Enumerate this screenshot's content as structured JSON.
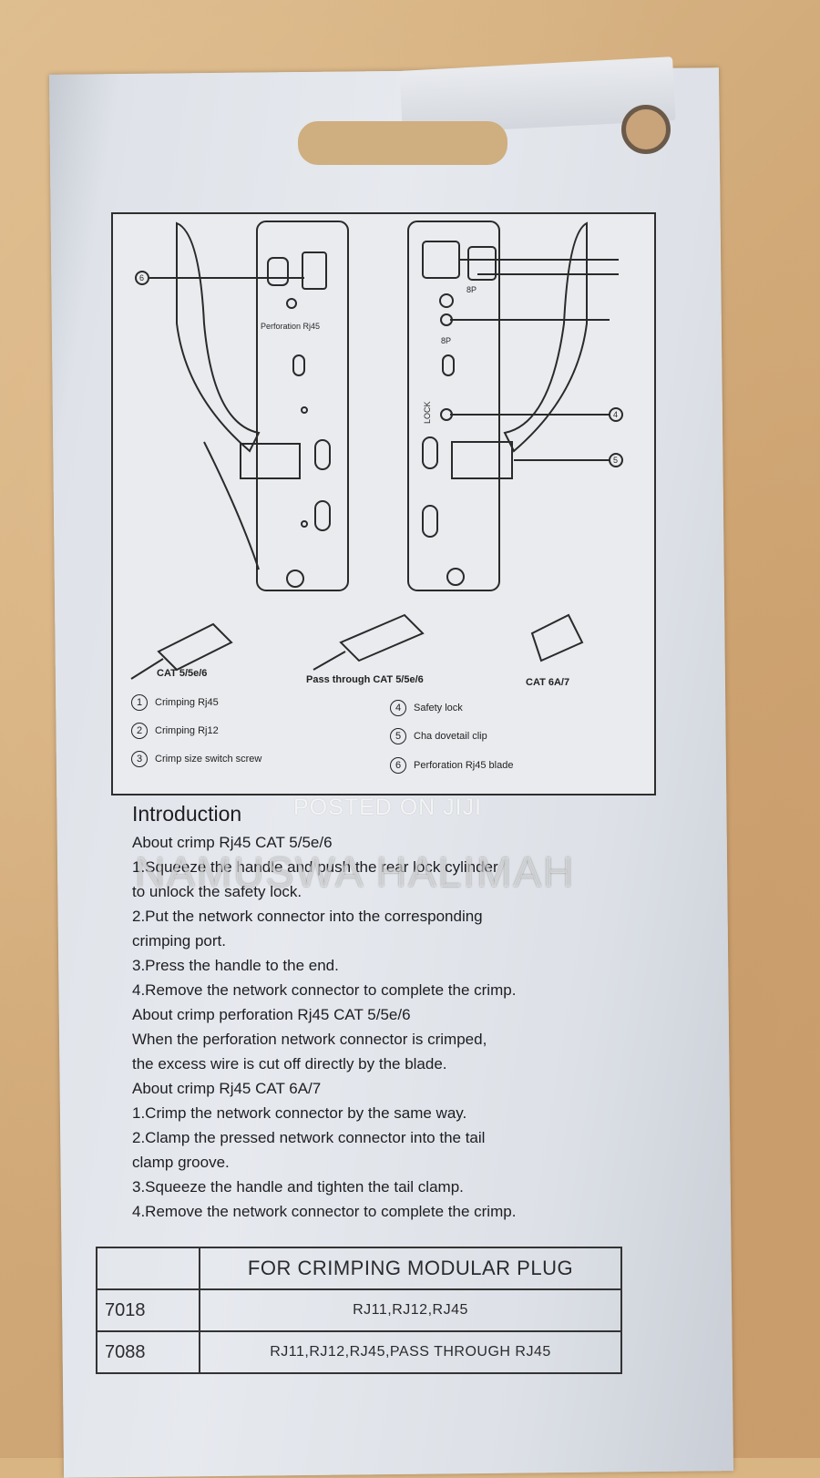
{
  "diagram": {
    "captions": [
      "CAT 5/5e/6",
      "Pass through CAT 5/5e/6",
      "CAT 6A/7"
    ],
    "tool_labels": {
      "left_body": "Perforation Rj45",
      "port_8p_top": "8P",
      "port_8p_bottom": "8P",
      "lock": "LOCK"
    },
    "legend_left": [
      {
        "num": "1",
        "text": "Crimping Rj45"
      },
      {
        "num": "2",
        "text": "Crimping Rj12"
      },
      {
        "num": "3",
        "text": "Crimp size switch screw"
      }
    ],
    "legend_right": [
      {
        "num": "4",
        "text": "Safety lock"
      },
      {
        "num": "5",
        "text": "Cha dovetail clip"
      },
      {
        "num": "6",
        "text": "Perforation Rj45 blade"
      }
    ],
    "callouts": [
      "4",
      "5",
      "6"
    ]
  },
  "intro": {
    "heading": "Introduction",
    "lines": [
      "About crimp Rj45 CAT 5/5e/6",
      "1.Squeeze the handle and push the rear lock cylinder",
      "to unlock the safety lock.",
      "2.Put the network connector into the corresponding",
      "crimping port.",
      "3.Press the handle to the end.",
      "4.Remove the network connector to complete the crimp.",
      "About crimp perforation Rj45 CAT 5/5e/6",
      "When the perforation network connector is crimped,",
      "the excess wire is cut off directly by the blade.",
      "About crimp Rj45 CAT 6A/7",
      "1.Crimp the network connector by the same way.",
      "2.Clamp the pressed network connector into the tail",
      "clamp groove.",
      "3.Squeeze the handle and tighten the tail clamp.",
      "4.Remove the network connector to complete the crimp."
    ]
  },
  "table": {
    "header": "FOR CRIMPING MODULAR PLUG",
    "rows": [
      {
        "model": "7018",
        "plugs": "RJ11,RJ12,RJ45"
      },
      {
        "model": "7088",
        "plugs": "RJ11,RJ12,RJ45,PASS THROUGH RJ45"
      }
    ]
  },
  "watermarks": {
    "posted": "POSTED ON JIJI",
    "name": "NAMUSWA HALIMAH"
  }
}
